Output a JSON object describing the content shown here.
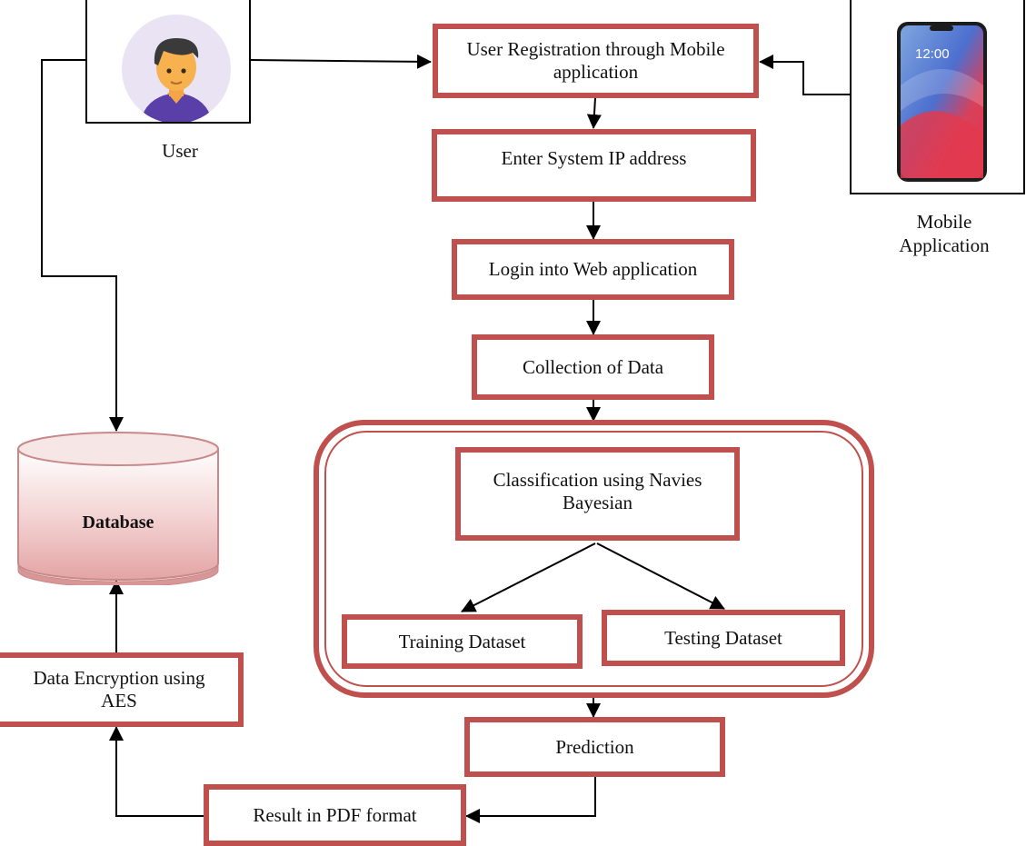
{
  "nodes": {
    "user_registration": "User Registration through Mobile application",
    "enter_ip": "Enter System IP address",
    "login": "Login into Web application",
    "collection": "Collection of Data",
    "classification": "Classification using Navies Bayesian",
    "training": "Training Dataset",
    "testing": "Testing Dataset",
    "prediction": "Prediction",
    "result_pdf": "Result in PDF format",
    "encryption": "Data Encryption using AES",
    "database": "Database"
  },
  "actors": {
    "user": "User",
    "mobile": "Mobile Application"
  },
  "phone_screen_time": "12:00",
  "colors": {
    "box_border": "#c0504d",
    "arrow": "#000000",
    "database_top": "#f2d4d4",
    "database_bottom": "#e3a4a4"
  }
}
